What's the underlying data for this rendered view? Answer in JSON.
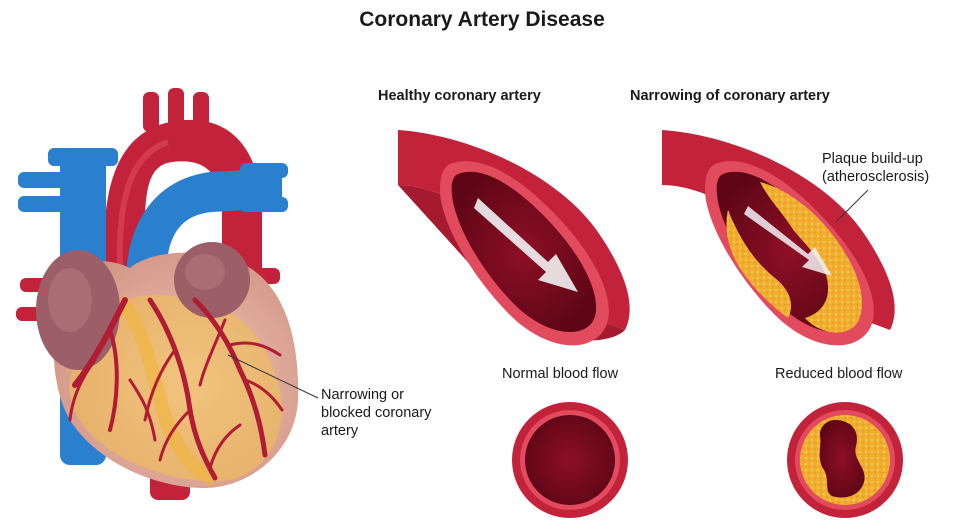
{
  "title": "Coronary Artery Disease",
  "panels": {
    "healthy": {
      "heading": "Healthy coronary artery",
      "caption": "Normal blood flow"
    },
    "narrowed": {
      "heading": "Narrowing of coronary artery",
      "caption": "Reduced blood flow",
      "callout": [
        "Plaque build-up",
        "(atherosclerosis)"
      ]
    }
  },
  "heart": {
    "callout": [
      "Narrowing or",
      "blocked coronary",
      "artery"
    ]
  },
  "colors": {
    "artery_wall": "#c3233a",
    "artery_dark": "#8c1129",
    "lumen": "#7a0a20",
    "vein": "#2b7fcf",
    "heart_muscle": "#e3b3a3",
    "atrium": "#9c5f68",
    "plaque": "#f2b535"
  }
}
